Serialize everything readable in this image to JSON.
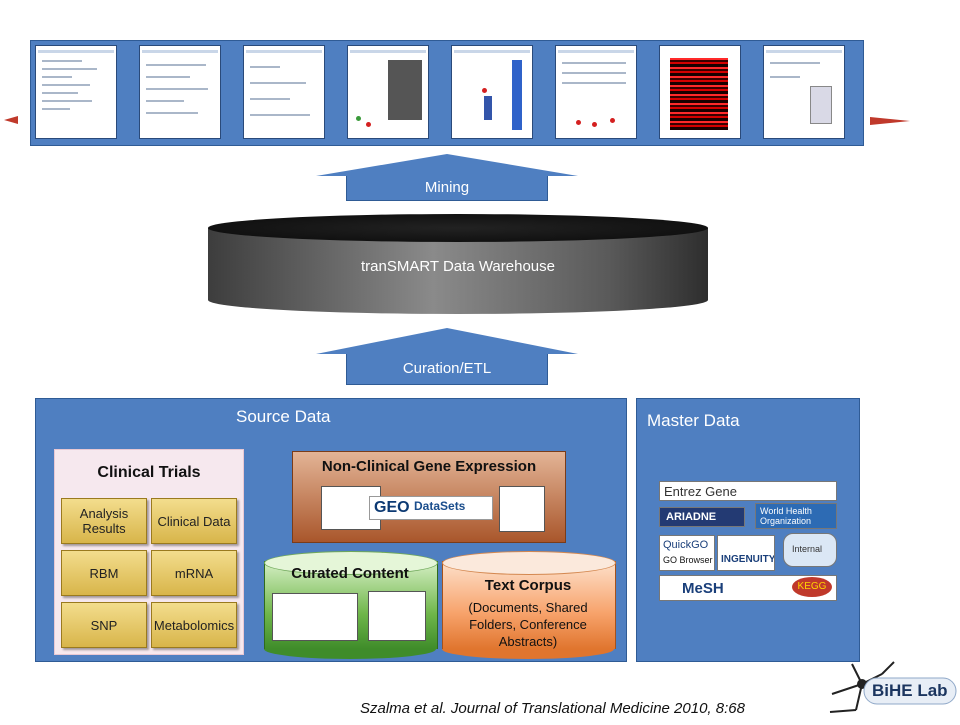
{
  "arrows": {
    "mining_label": "Mining",
    "curation_label": "Curation/ETL"
  },
  "warehouse": {
    "label": "tranSMART Data Warehouse"
  },
  "source_data": {
    "title": "Source Data",
    "clinical_trials": {
      "title": "Clinical Trials",
      "items": [
        "Analysis Results",
        "Clinical Data",
        "RBM",
        "mRNA",
        "SNP",
        "Metabolomics"
      ]
    },
    "non_clinical": {
      "title": "Non-Clinical Gene Expression",
      "geo_label": "GEO",
      "datasets_label": "DataSets"
    },
    "curated": {
      "title": "Curated Content"
    },
    "text_corpus": {
      "title": "Text Corpus",
      "body": "(Documents, Shared Folders, Conference Abstracts)"
    }
  },
  "master_data": {
    "title": "Master Data",
    "logos": {
      "entrez": "Entrez Gene",
      "ariadne": "ARIADNE",
      "who": "World Health Organization",
      "quickgo": "QuickGO",
      "go_browser": "GO Browser",
      "ingenuity": "INGENUITY",
      "internal": "Internal",
      "mesh": "MeSH",
      "kegg": "KEGG"
    }
  },
  "citation": "Szalma et al. Journal of Translational Medicine 2010, 8:68",
  "logo": {
    "text": "BiHE Lab"
  },
  "colors": {
    "panel_blue": "#4f7fc1",
    "arrow_blue": "#4f7fc1",
    "warehouse_gray": "#6e6e6e",
    "gold": "#e6c86a",
    "green": "#6fb64a",
    "orange": "#f7a26a",
    "brown": "#a9562b"
  }
}
